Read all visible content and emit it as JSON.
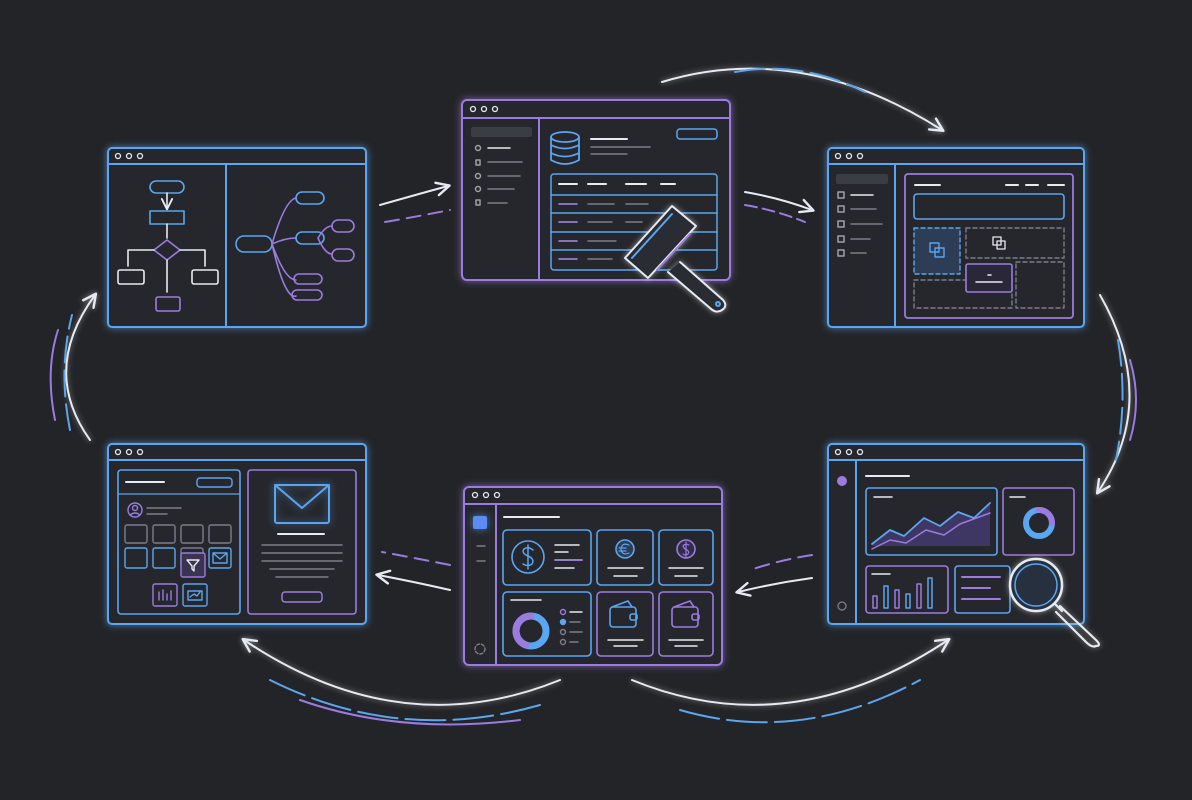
{
  "colors": {
    "background": "#232427",
    "window_fill": "#26272c",
    "blue": "#5aa6f0",
    "purple": "#9b7be0",
    "white": "#e6eaf2",
    "gray": "#7a7f8a"
  },
  "windows": [
    {
      "id": "flowchart-mindmap",
      "icons": [
        "flowchart-icon",
        "mindmap-icon"
      ]
    },
    {
      "id": "database-scraper",
      "icons": [
        "database-icon",
        "scraper-icon"
      ]
    },
    {
      "id": "page-builder",
      "icons": [
        "copy-icon",
        "component-icon"
      ]
    },
    {
      "id": "analytics-dashboard",
      "icons": [
        "area-chart-icon",
        "donut-chart-icon",
        "bar-chart-icon",
        "magnifier-icon"
      ]
    },
    {
      "id": "finance-dashboard",
      "icons": [
        "dollar-icon",
        "euro-icon",
        "donut-chart-icon",
        "wallet-icon"
      ]
    },
    {
      "id": "form-email",
      "icons": [
        "avatar-icon",
        "envelope-icon",
        "filter-icon"
      ]
    }
  ],
  "flow": "clockwise-cycle"
}
